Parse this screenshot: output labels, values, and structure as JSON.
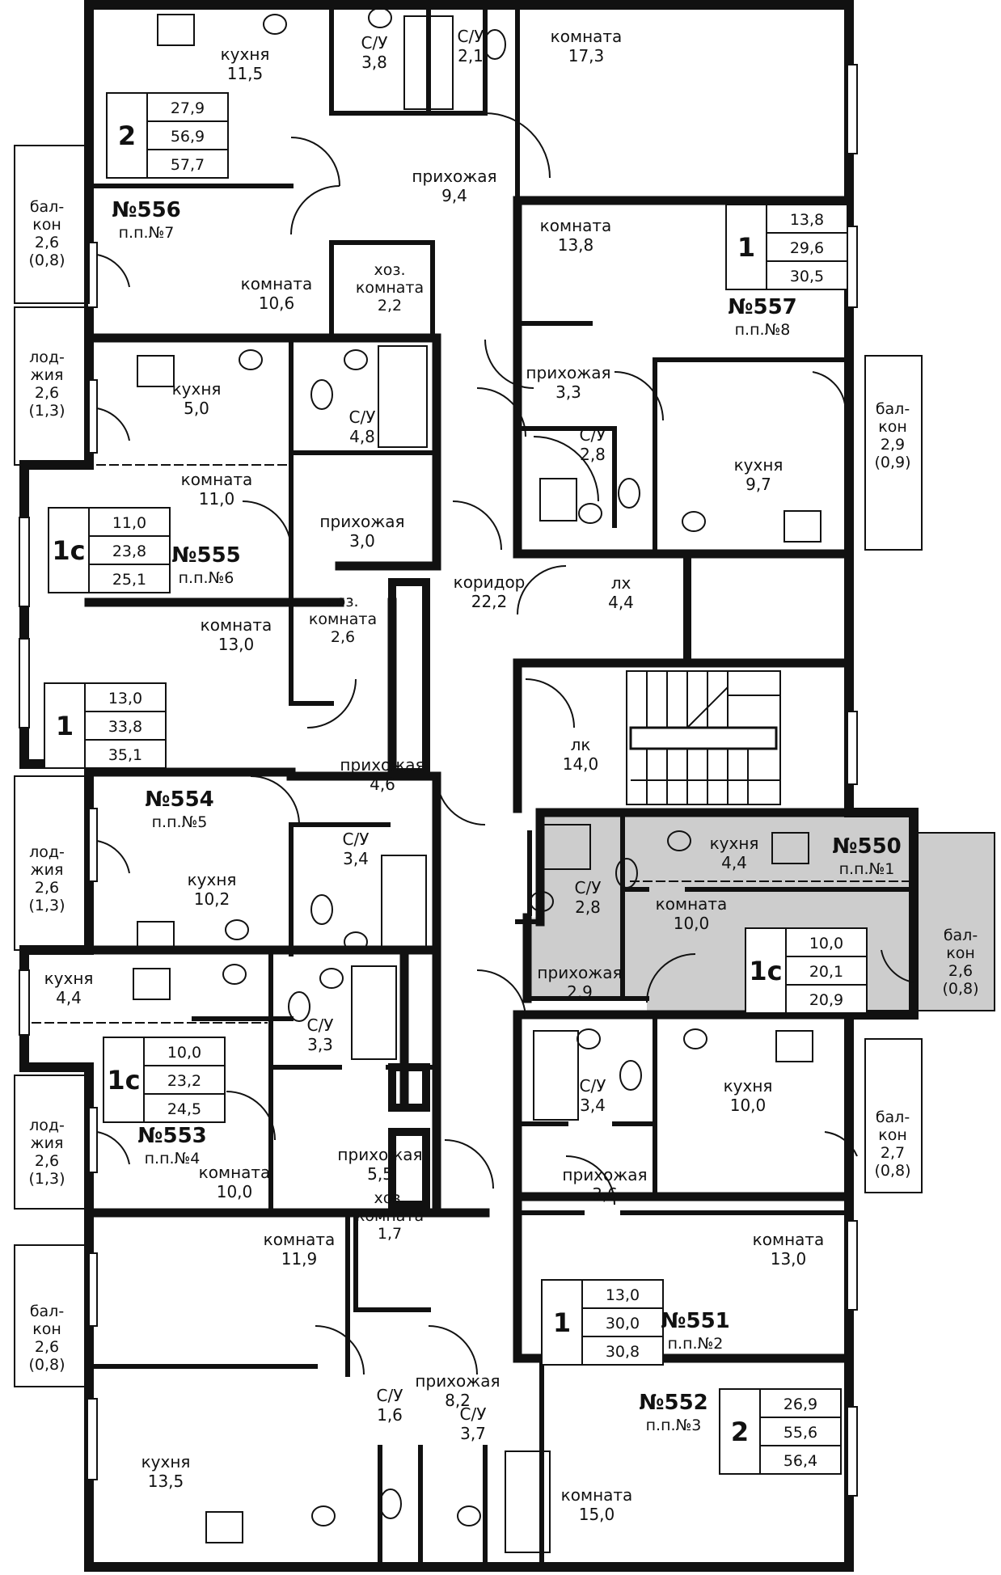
{
  "apartments": [
    {
      "id": "a556",
      "no": "№556",
      "pp": "п.п.№7",
      "rooms": "2",
      "areas": [
        "27,9",
        "56,9",
        "57,7"
      ]
    },
    {
      "id": "a557",
      "no": "№557",
      "pp": "п.п.№8",
      "rooms": "1",
      "areas": [
        "13,8",
        "29,6",
        "30,5"
      ]
    },
    {
      "id": "a555",
      "no": "№555",
      "pp": "п.п.№6",
      "rooms": "1с",
      "areas": [
        "11,0",
        "23,8",
        "25,1"
      ]
    },
    {
      "id": "a554",
      "no": "№554",
      "pp": "п.п.№5",
      "rooms": "1",
      "areas": [
        "13,0",
        "33,8",
        "35,1"
      ]
    },
    {
      "id": "a550",
      "no": "№550",
      "pp": "п.п.№1",
      "rooms": "1с",
      "areas": [
        "10,0",
        "20,1",
        "20,9"
      ]
    },
    {
      "id": "a553",
      "no": "№553",
      "pp": "п.п.№4",
      "rooms": "1с",
      "areas": [
        "10,0",
        "23,2",
        "24,5"
      ]
    },
    {
      "id": "a551",
      "no": "№551",
      "pp": "п.п.№2",
      "rooms": "1",
      "areas": [
        "13,0",
        "30,0",
        "30,8"
      ]
    },
    {
      "id": "a552",
      "no": "№552",
      "pp": "п.п.№3",
      "rooms": "2",
      "areas": [
        "26,9",
        "55,6",
        "56,4"
      ]
    }
  ],
  "rooms": [
    {
      "n": "кухня",
      "v": "11,5"
    },
    {
      "n": "С/У",
      "v": "3,8"
    },
    {
      "n": "С/У",
      "v": "2,1"
    },
    {
      "n": "комната",
      "v": "17,3"
    },
    {
      "n": "прихожая",
      "v": "9,4"
    },
    {
      "n": "комната",
      "v": "13,8"
    },
    {
      "n": "комната",
      "v": "10,6"
    },
    {
      "n": "хоз. комната",
      "v": "2,2"
    },
    {
      "n": "кухня",
      "v": "5,0"
    },
    {
      "n": "С/У",
      "v": "4,8"
    },
    {
      "n": "прихожая",
      "v": "3,3"
    },
    {
      "n": "С/У",
      "v": "2,8"
    },
    {
      "n": "кухня",
      "v": "9,7"
    },
    {
      "n": "комната",
      "v": "11,0"
    },
    {
      "n": "прихожая",
      "v": "3,0"
    },
    {
      "n": "коридор",
      "v": "22,2"
    },
    {
      "n": "лх",
      "v": "4,4"
    },
    {
      "n": "комната",
      "v": "13,0"
    },
    {
      "n": "хоз. комната",
      "v": "2,6"
    },
    {
      "n": "лк",
      "v": "14,0"
    },
    {
      "n": "прихожая",
      "v": "4,6"
    },
    {
      "n": "кухня",
      "v": "4,4"
    },
    {
      "n": "С/У",
      "v": "3,4"
    },
    {
      "n": "кухня",
      "v": "10,2"
    },
    {
      "n": "С/У",
      "v": "2,8"
    },
    {
      "n": "комната",
      "v": "10,0"
    },
    {
      "n": "прихожая",
      "v": "2,9"
    },
    {
      "n": "кухня",
      "v": "4,4"
    },
    {
      "n": "С/У",
      "v": "3,3"
    },
    {
      "n": "С/У",
      "v": "3,4"
    },
    {
      "n": "кухня",
      "v": "10,0"
    },
    {
      "n": "прихожая",
      "v": "5,5"
    },
    {
      "n": "прихожая",
      "v": "3,6"
    },
    {
      "n": "комната",
      "v": "10,0"
    },
    {
      "n": "комната",
      "v": "11,9"
    },
    {
      "n": "хоз. комната",
      "v": "1,7"
    },
    {
      "n": "комната",
      "v": "13,0"
    },
    {
      "n": "прихожая",
      "v": "8,2"
    },
    {
      "n": "С/У",
      "v": "1,6"
    },
    {
      "n": "С/У",
      "v": "3,7"
    },
    {
      "n": "кухня",
      "v": "13,5"
    },
    {
      "n": "комната",
      "v": "15,0"
    }
  ],
  "outdoor": [
    {
      "t": "бал-кон",
      "v": "2,6",
      "s": "(0,8)"
    },
    {
      "t": "лод-жия",
      "v": "2,6",
      "s": "(1,3)"
    },
    {
      "t": "бал-кон",
      "v": "2,9",
      "s": "(0,9)"
    },
    {
      "t": "лод-жия",
      "v": "2,6",
      "s": "(1,3)"
    },
    {
      "t": "бал-кон",
      "v": "2,6",
      "s": "(0,8)"
    },
    {
      "t": "лод-жия",
      "v": "2,6",
      "s": "(1,3)"
    },
    {
      "t": "бал-кон",
      "v": "2,7",
      "s": "(0,8)"
    },
    {
      "t": "бал-кон",
      "v": "2,6",
      "s": "(0,8)"
    }
  ],
  "colors": {
    "wall": "#111111",
    "highlight": "#cdcdcd",
    "bg": "#ffffff"
  }
}
